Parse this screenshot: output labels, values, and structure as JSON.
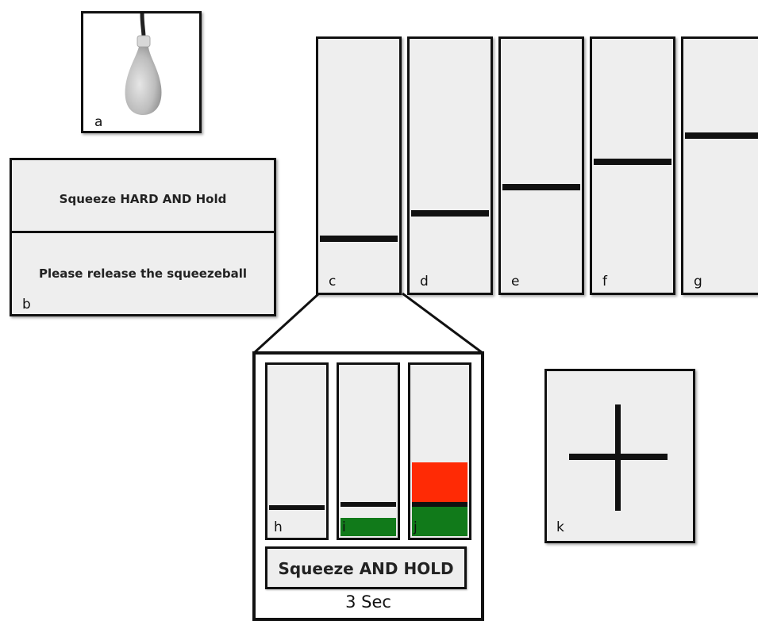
{
  "panel_a": {
    "label": "a"
  },
  "panel_b": {
    "label": "b",
    "instruction_squeeze": "Squeeze HARD AND Hold",
    "instruction_release": "Please release the squeezeball"
  },
  "effort_levels": [
    {
      "label": "c",
      "target_fraction": 0.2
    },
    {
      "label": "d",
      "target_fraction": 0.3
    },
    {
      "label": "e",
      "target_fraction": 0.4
    },
    {
      "label": "f",
      "target_fraction": 0.5
    },
    {
      "label": "g",
      "target_fraction": 0.6
    }
  ],
  "zoom_panel": {
    "bars": [
      {
        "label": "h",
        "green_level": 0
      },
      {
        "label": "i",
        "green_level": 0.1
      },
      {
        "label": "j",
        "green_level": 0.2,
        "red_above": true
      }
    ],
    "instruction": "Squeeze AND HOLD",
    "duration": "3 Sec"
  },
  "panel_k": {
    "label": "k"
  },
  "colors": {
    "green": "#117a1a",
    "red": "#ff2a05",
    "bar": "#111111"
  }
}
